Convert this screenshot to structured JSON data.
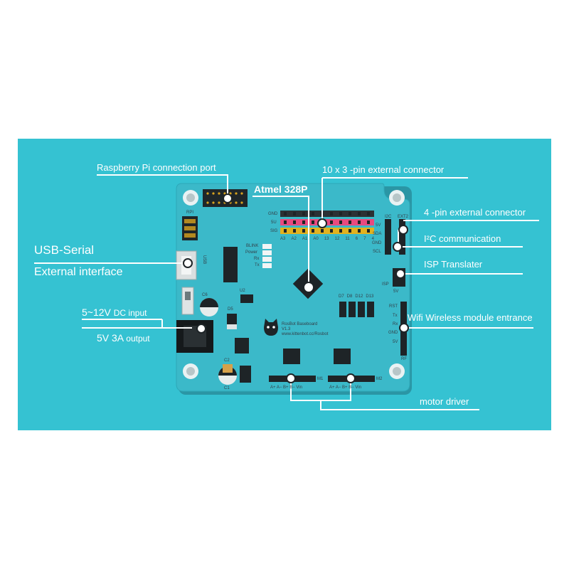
{
  "callouts": {
    "raspberry_pi": "Raspberry Pi connection port",
    "atmel": "Atmel 328P",
    "ten_x_three": "10 x 3 -pin external connector",
    "four_pin": "4 -pin external connector",
    "i2c": "I²C  communication",
    "isp": "ISP  Translater",
    "wifi": "Wifi Wireless module entrance",
    "usb_serial": "USB-Serial",
    "external_interface": "External interface",
    "dc_voltage": "5~12V",
    "dc_input": "DC input",
    "out_rating": "5V 3A",
    "out_label": "output",
    "motor_driver": "motor driver"
  },
  "board_labels": {
    "rpi": "RPI",
    "usb": "USB",
    "gnd": "GND",
    "five_u": "5U",
    "sig": "SIG",
    "pins_bottom": [
      "A3",
      "A2",
      "A1",
      "A0",
      "13",
      "12",
      "11",
      "6",
      "7",
      "4"
    ],
    "blink": "BLINK",
    "power": "Power",
    "rx": "Rx",
    "tx": "Tx",
    "u2": "U2",
    "c6": "C6",
    "d5": "D5",
    "c2": "C2",
    "c1": "C1",
    "i2c": "I2C",
    "ext2": "EXT2",
    "h_5v": "5V",
    "h_sda": "SDA",
    "h_gnd": "GND",
    "h_scl": "SCL",
    "isp": "ISP",
    "isp_5v": "5V",
    "digital_headers": [
      "D7",
      "D8",
      "D12",
      "D13"
    ],
    "rst": "RST",
    "tx_r": "Tx",
    "rx_r": "Rx",
    "gnd_r": "GND",
    "v5_r": "5V",
    "rf": "RF",
    "brand1": "RosBot Baseboard",
    "brand2": "V1.3",
    "brand3": "www.kittenbot.cc/Rosbot",
    "m1": "M1",
    "m2": "M2",
    "motor_pins": "A+  A−  B+  B−  Vin"
  },
  "colors": {
    "background_panel": "#35c2d2",
    "board": "#3bb9c9",
    "callout_text": "#ffffff"
  }
}
